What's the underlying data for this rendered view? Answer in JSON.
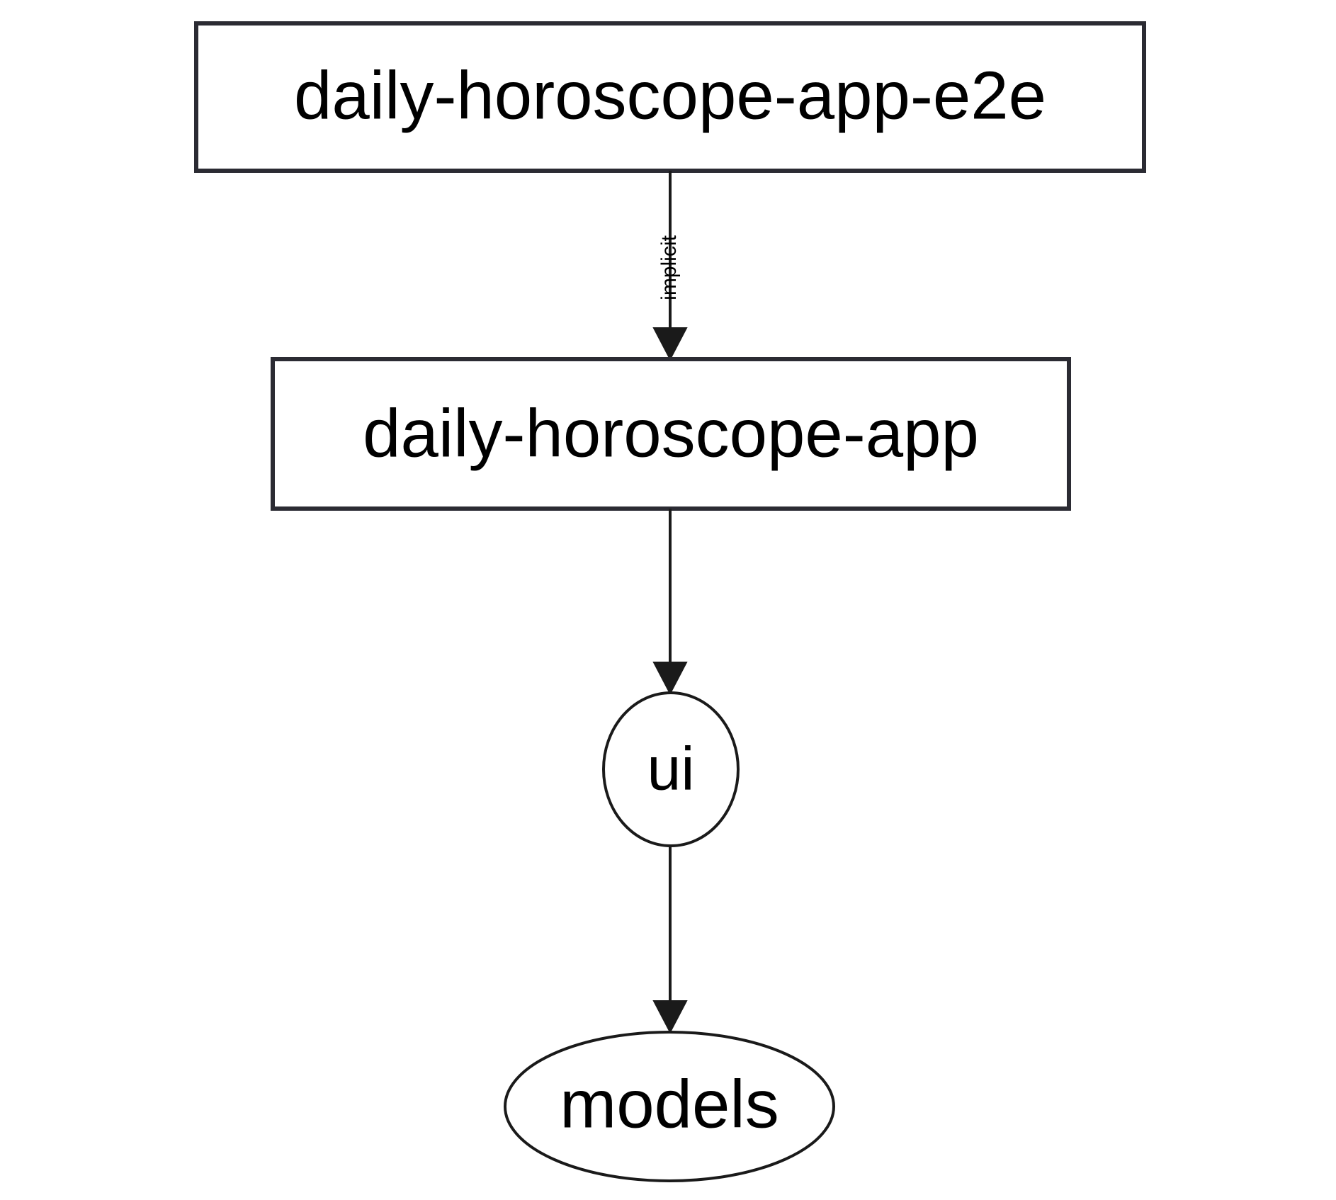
{
  "diagram": {
    "type": "dependency-graph",
    "direction": "top-to-bottom",
    "background_color": "#ffffff",
    "stroke_color": "#1a1a1a",
    "text_color": "#000000",
    "nodes": [
      {
        "id": "daily-horoscope-app-e2e",
        "label": "daily-horoscope-app-e2e",
        "shape": "rectangle"
      },
      {
        "id": "daily-horoscope-app",
        "label": "daily-horoscope-app",
        "shape": "rectangle"
      },
      {
        "id": "ui",
        "label": "ui",
        "shape": "ellipse"
      },
      {
        "id": "models",
        "label": "models",
        "shape": "ellipse"
      }
    ],
    "edges": [
      {
        "from": "daily-horoscope-app-e2e",
        "to": "daily-horoscope-app",
        "label": "implicit",
        "label_orientation": "vertical"
      },
      {
        "from": "daily-horoscope-app",
        "to": "ui",
        "label": ""
      },
      {
        "from": "ui",
        "to": "models",
        "label": ""
      }
    ]
  }
}
